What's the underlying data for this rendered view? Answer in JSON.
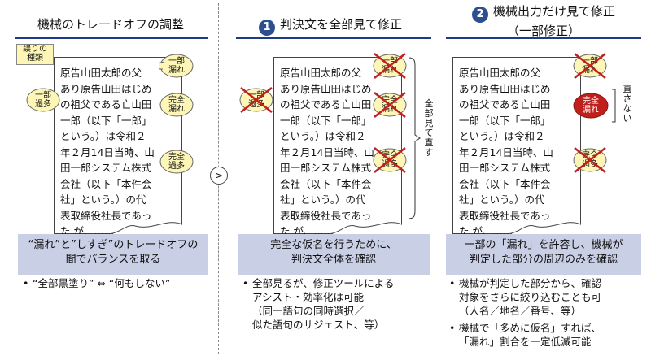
{
  "columns": [
    {
      "title": "機械のトレードオフの調整"
    },
    {
      "number": "1",
      "title": "判決文を全部見て修正"
    },
    {
      "number": "2",
      "title_line1": "機械出力だけ見て修正",
      "title_line2": "（一部修正）"
    }
  ],
  "error_tag": {
    "line1": "誤りの",
    "line2": "種類"
  },
  "document_lines": [
    "原告山田太郎の父",
    "あり原告山田はじめ",
    "の祖父である亡山田",
    "一郎（以下「一郎」",
    "という。）は令和２",
    "年２月14日当時、山",
    "田一郎システム株式",
    "会社（以下「本件会",
    "社」という。）の代",
    "表取締役社長であっ",
    "た が、……"
  ],
  "labels": {
    "partial_miss": {
      "line1": "一部",
      "line2": "漏れ"
    },
    "partial_over": {
      "line1": "一部",
      "line2": "過多"
    },
    "full_miss": {
      "line1": "完全",
      "line2": "漏れ"
    },
    "full_over": {
      "line1": "完全",
      "line2": "過多"
    }
  },
  "side_note_col2": "全部見て直す",
  "side_note_col3": "直さない",
  "arrow_symbol": ">",
  "bands": [
    {
      "line1": "“漏れ”と”しすぎ”のトレードオフの",
      "line2": "間でバランスを取る"
    },
    {
      "line1": "完全な仮名を行うために、",
      "line2": "判決文全体を確認"
    },
    {
      "line1": "一部の「漏れ」を許容し、機械が",
      "line2": "判定した部分の周辺のみを確認"
    }
  ],
  "bullets_col1": [
    {
      "text": "“全部黒塗り” ⇔ “何もしない”"
    }
  ],
  "bullets_col2": [
    {
      "text": "全部見るが、修正ツールによる",
      "sub": [
        "アシスト・効率化は可能",
        "（同一語句の同時選択／",
        "似た語句のサジェスト、等）"
      ]
    }
  ],
  "bullets_col3": [
    {
      "text": "機械が判定した部分から、確認",
      "sub": [
        "対象をさらに絞り込むことも可",
        "（人名／地名／番号、等）"
      ]
    },
    {
      "text": "機械で「多めに仮名」すれば、",
      "sub": [
        "「漏れ」割合を一定低減可能"
      ]
    }
  ],
  "colors": {
    "accent": "#1f3a8a",
    "badge": "#2d4f8f",
    "band": "#c9cfe5",
    "bubble": "#fdf6b6",
    "red": "#c0201c",
    "highlight": "#d7d7d7"
  }
}
